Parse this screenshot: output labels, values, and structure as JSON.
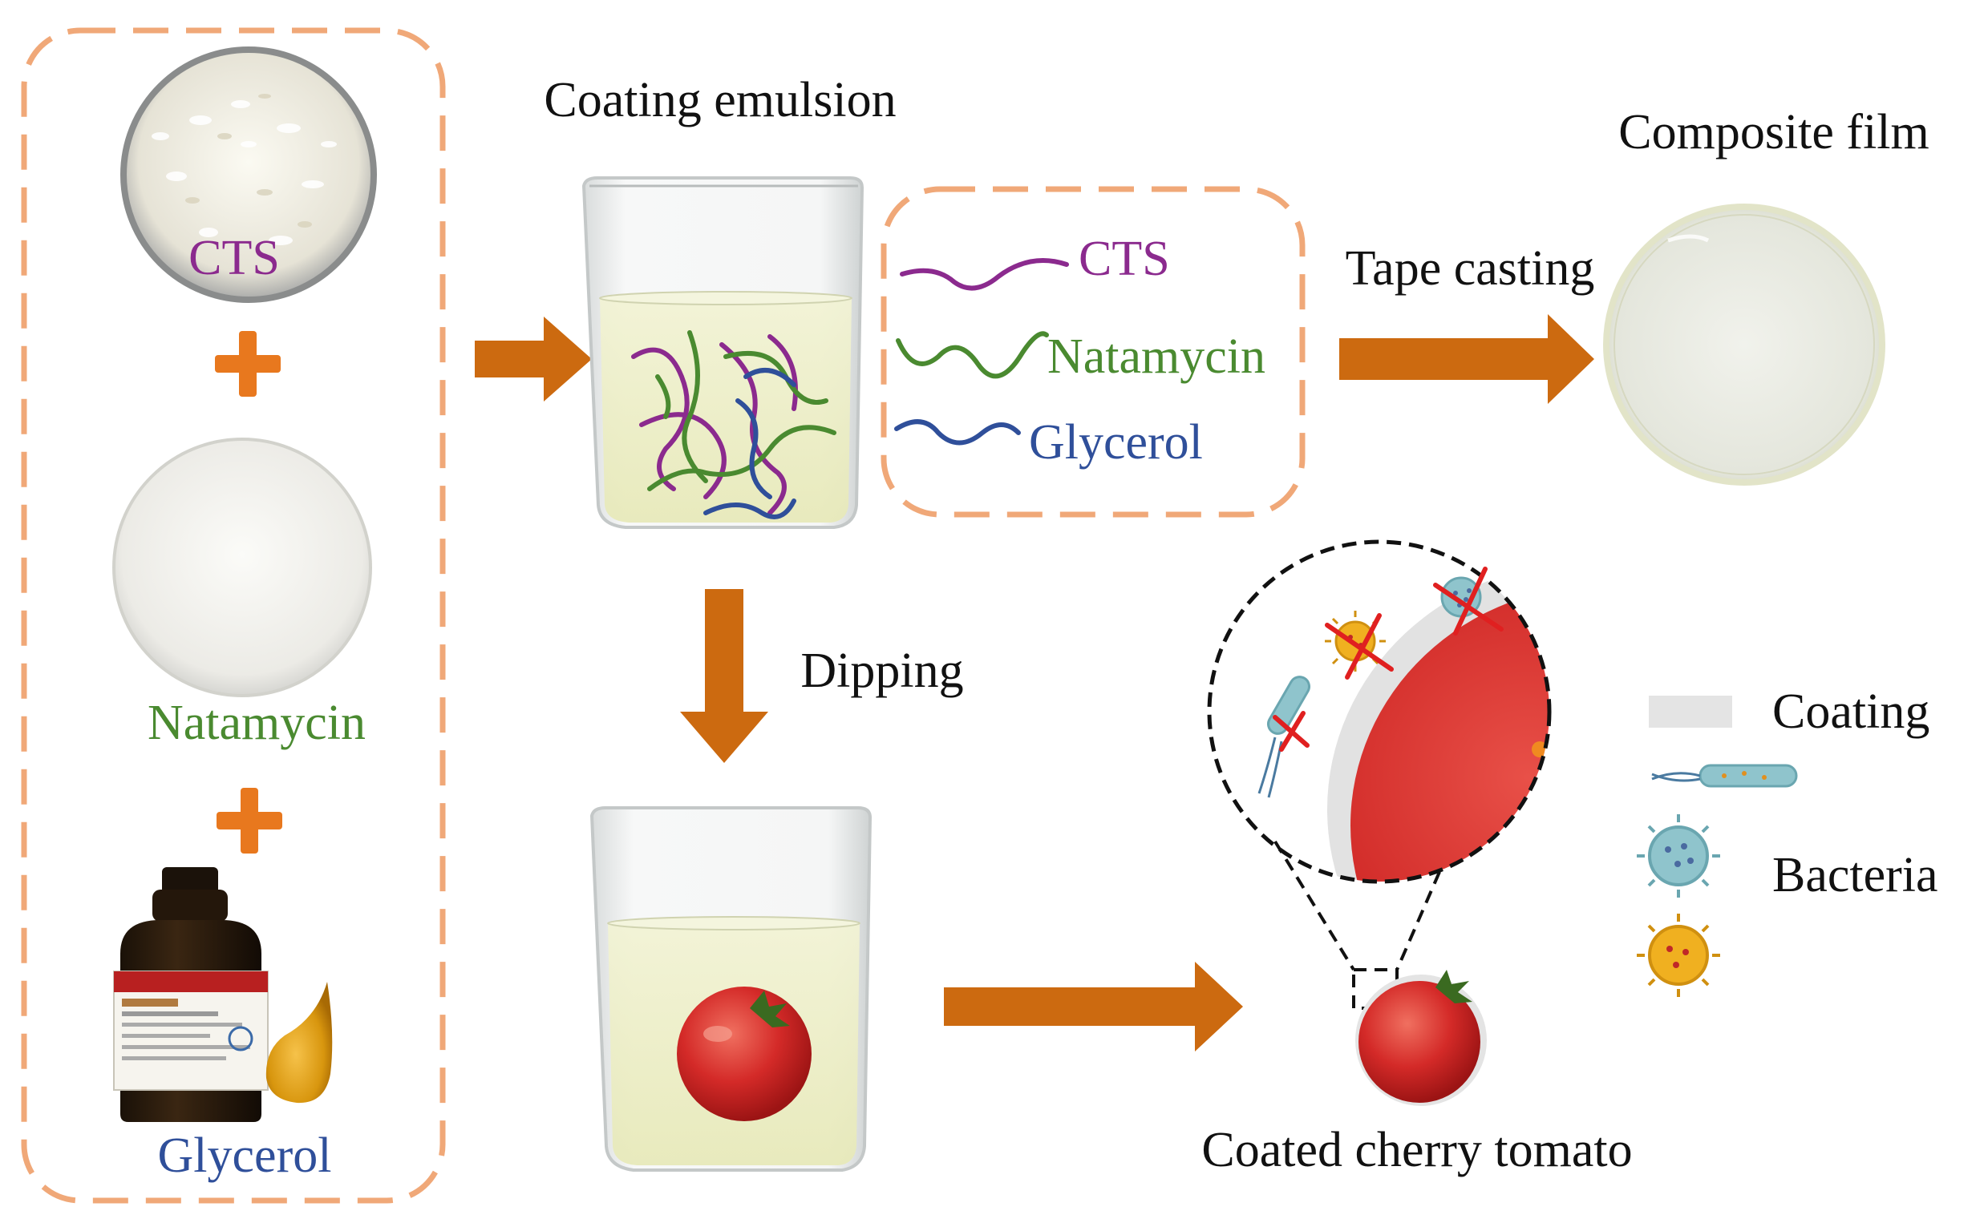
{
  "labels": {
    "cts_powder": "CTS",
    "natamycin_powder": "Natamycin",
    "glycerol_bottle": "Glycerol",
    "coating_emulsion": "Coating emulsion",
    "legend_cts": "CTS",
    "legend_natamycin": "Natamycin",
    "legend_glycerol": "Glycerol",
    "tape_casting": "Tape casting",
    "composite_film": "Composite film",
    "dipping": "Dipping",
    "coated_cherry_tomato": "Coated cherry tomato",
    "legend_coating": "Coating",
    "legend_bacteria": "Bacteria"
  },
  "colors": {
    "dashed_box": "#f0a878",
    "arrow": "#cc6a10",
    "plus": "#e8781e",
    "cts": "#8b2a8e",
    "natamycin": "#4a8a30",
    "glycerol": "#2f4f9a",
    "tomato": "#d42a28",
    "liquid": "#eef0c8"
  },
  "icons": [
    "plus-icon",
    "arrow-right-icon",
    "arrow-down-icon",
    "beaker-icon",
    "tomato-icon",
    "petri-dish-icon",
    "bacteria-icon",
    "virus-icon",
    "cross-mark-icon"
  ]
}
